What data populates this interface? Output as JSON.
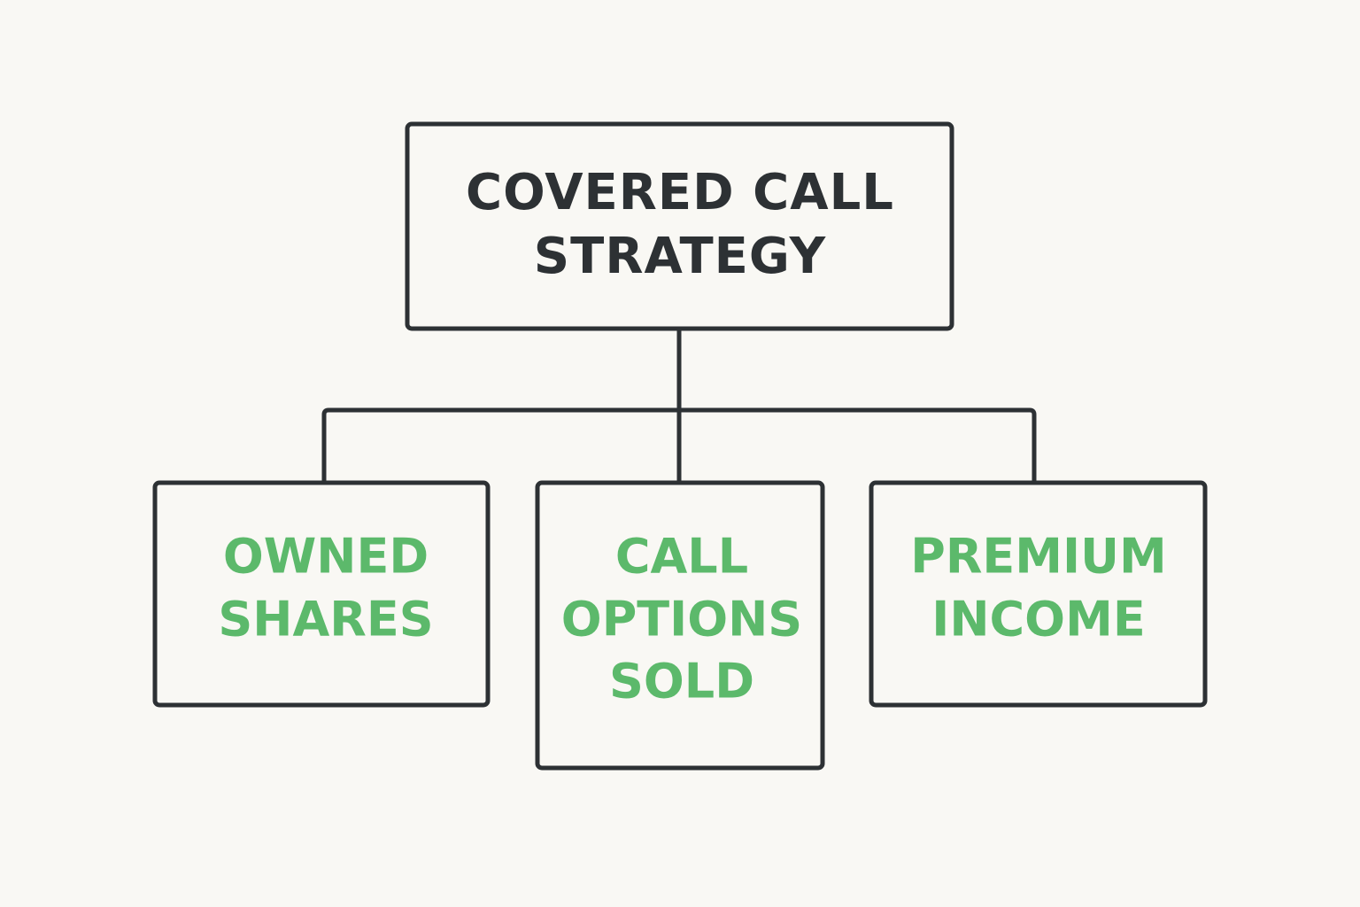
{
  "colors": {
    "background": "#f9f8f4",
    "stroke": "#2d3134",
    "root_text": "#2d3134",
    "child_text": "#5cb96b"
  },
  "root": {
    "lines": [
      "COVERED CALL",
      "STRATEGY"
    ]
  },
  "children": [
    {
      "lines": [
        "OWNED",
        "SHARES"
      ]
    },
    {
      "lines": [
        "CALL",
        "OPTIONS",
        "SOLD"
      ]
    },
    {
      "lines": [
        "PREMIUM",
        "INCOME"
      ]
    }
  ]
}
